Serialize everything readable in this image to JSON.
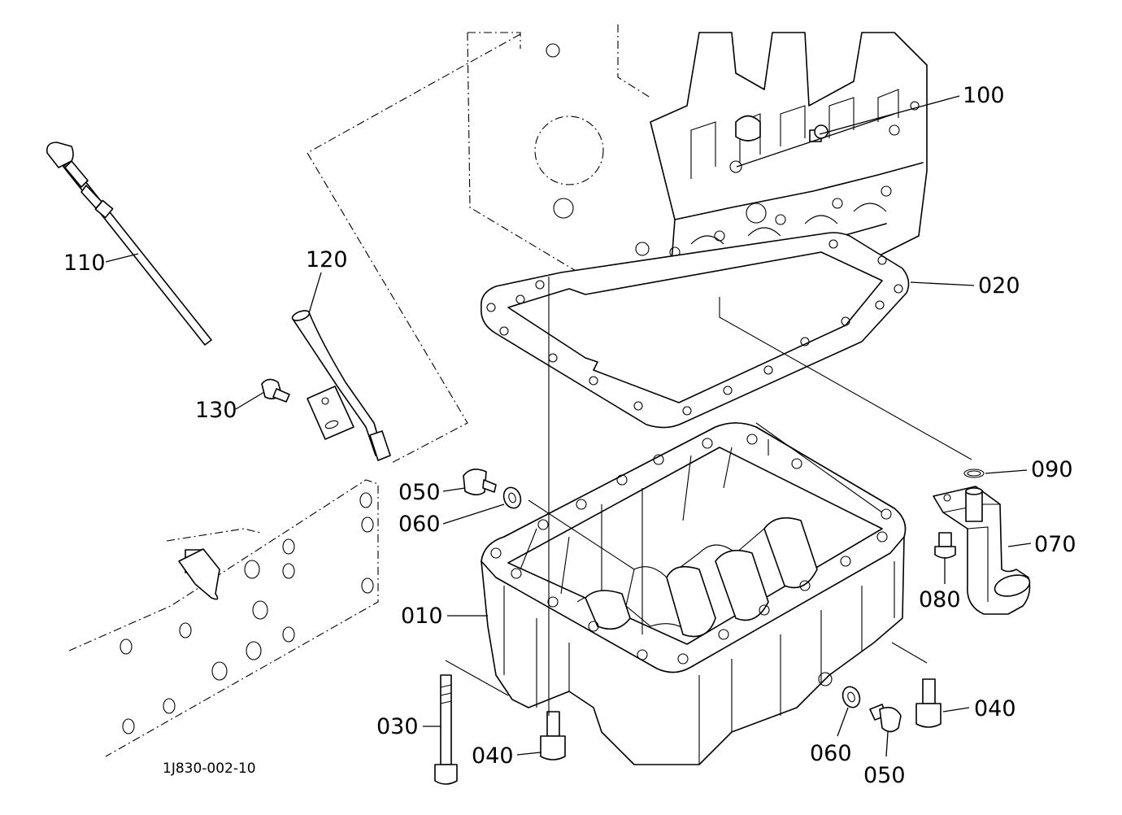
{
  "drawing_number": "1J830-002-10",
  "callouts": [
    {
      "id": "c010",
      "label": "010"
    },
    {
      "id": "c020",
      "label": "020"
    },
    {
      "id": "c030",
      "label": "030"
    },
    {
      "id": "c040a",
      "label": "040"
    },
    {
      "id": "c040b",
      "label": "040"
    },
    {
      "id": "c050a",
      "label": "050"
    },
    {
      "id": "c050b",
      "label": "050"
    },
    {
      "id": "c060a",
      "label": "060"
    },
    {
      "id": "c060b",
      "label": "060"
    },
    {
      "id": "c070",
      "label": "070"
    },
    {
      "id": "c080",
      "label": "080"
    },
    {
      "id": "c090",
      "label": "090"
    },
    {
      "id": "c100",
      "label": "100"
    },
    {
      "id": "c110",
      "label": "110"
    },
    {
      "id": "c120",
      "label": "120"
    },
    {
      "id": "c130",
      "label": "130"
    }
  ]
}
